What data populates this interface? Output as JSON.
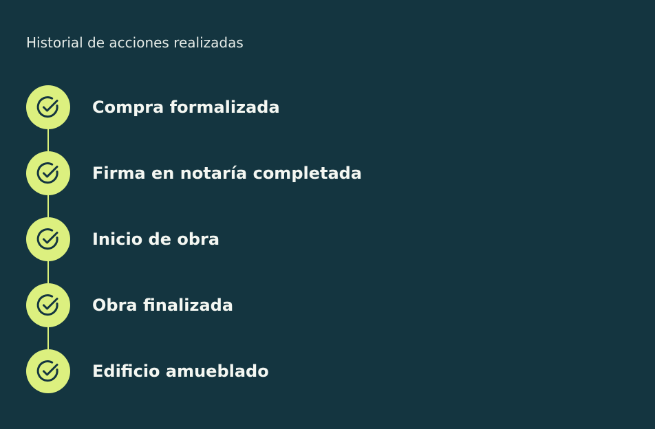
{
  "panel": {
    "title": "Historial de acciones realizadas"
  },
  "colors": {
    "background": "#143540",
    "accent": "#dcf07f",
    "icon_stroke": "#143540",
    "text": "#f4f7f2"
  },
  "timeline": {
    "steps": [
      {
        "label": "Compra formalizada",
        "icon": "check-circle-icon",
        "status": "completed"
      },
      {
        "label": "Firma en notaría completada",
        "icon": "check-circle-icon",
        "status": "completed"
      },
      {
        "label": "Inicio de obra",
        "icon": "check-circle-icon",
        "status": "completed"
      },
      {
        "label": "Obra finalizada",
        "icon": "check-circle-icon",
        "status": "completed"
      },
      {
        "label": "Edificio amueblado",
        "icon": "check-circle-icon",
        "status": "completed"
      }
    ]
  }
}
